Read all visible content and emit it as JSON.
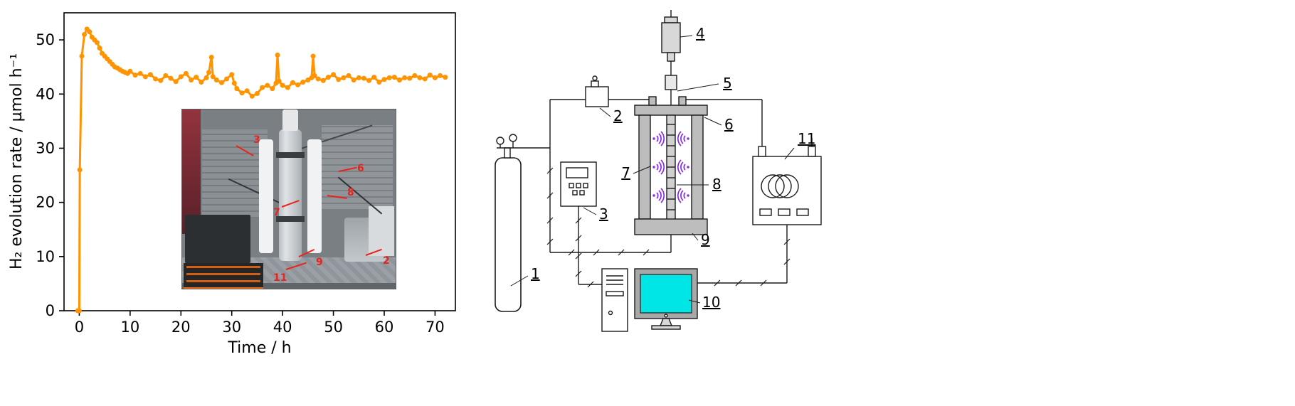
{
  "figure": {
    "background": "#ffffff"
  },
  "chart_data": {
    "type": "line",
    "title": "",
    "xlabel": "Time / h",
    "ylabel": "H₂ evolution rate / µmol h⁻¹",
    "xlim": [
      -3,
      74
    ],
    "ylim": [
      0,
      55
    ],
    "xticks": [
      0,
      10,
      20,
      30,
      40,
      50,
      60,
      70
    ],
    "yticks": [
      0,
      10,
      20,
      30,
      40,
      50
    ],
    "grid": false,
    "legend": "none",
    "line_color": "#FF9300",
    "marker": "point",
    "series": [
      {
        "name": "H2 evolution rate",
        "x": [
          -0.3,
          0,
          0.1,
          0.5,
          1,
          1.5,
          2,
          2.5,
          3,
          3.5,
          4,
          4.5,
          5,
          5.5,
          6,
          6.5,
          7,
          7.5,
          8,
          8.5,
          9,
          9.5,
          10,
          11,
          12,
          13,
          14,
          15,
          16,
          17,
          18,
          19,
          20,
          21,
          22,
          23,
          24,
          25,
          25.5,
          26,
          26.3,
          27,
          28,
          29,
          30,
          30.5,
          31,
          32,
          33,
          34,
          35,
          36,
          37,
          38,
          38.7,
          39,
          39.3,
          40,
          41,
          42,
          43,
          44,
          45,
          45.7,
          46,
          46.3,
          47,
          48,
          49,
          50,
          51,
          52,
          53,
          54,
          55,
          56,
          57,
          58,
          59,
          60,
          61,
          62,
          63,
          64,
          65,
          66,
          67,
          68,
          69,
          70,
          71,
          72
        ],
        "y": [
          0,
          0,
          26,
          47,
          51,
          52,
          51.5,
          50.5,
          50,
          49.5,
          48.5,
          47.5,
          47,
          46.5,
          46,
          45.5,
          45,
          44.8,
          44.5,
          44.2,
          44,
          43.8,
          44.2,
          43.5,
          43.8,
          43.2,
          43.6,
          42.8,
          42.5,
          43.4,
          42.9,
          42.3,
          43.2,
          43.8,
          42.6,
          43.1,
          42.2,
          43,
          44,
          46.8,
          43.2,
          42.6,
          42.1,
          42.8,
          43.6,
          42,
          41,
          40.2,
          40.6,
          39.6,
          40.1,
          41.2,
          41.6,
          41,
          42,
          47.2,
          42.4,
          41.6,
          41.2,
          42.1,
          41.7,
          42.2,
          42.6,
          43,
          47,
          43.4,
          42.8,
          42.5,
          43.1,
          43.6,
          42.7,
          43,
          43.4,
          42.6,
          43,
          42.9,
          42.5,
          43.1,
          42.2,
          42.7,
          43,
          43.1,
          42.6,
          43,
          42.9,
          43.4,
          43,
          42.8,
          43.5,
          43,
          43.4,
          43.1
        ]
      }
    ]
  },
  "inset_photo": {
    "description": "Photograph of the laboratory photoreactor setup",
    "annotation_color": "#e8251d",
    "annotations": [
      {
        "text": "3"
      },
      {
        "text": "6"
      },
      {
        "text": "8"
      },
      {
        "text": "7"
      },
      {
        "text": "9"
      },
      {
        "text": "2"
      },
      {
        "text": "11"
      }
    ]
  },
  "diagram": {
    "labels": {
      "l1": "1",
      "l2": "2",
      "l3": "3",
      "l4": "4",
      "l5": "5",
      "l6": "6",
      "l7": "7",
      "l8": "8",
      "l9": "9",
      "l10": "10",
      "l11": "11"
    },
    "lamp_color": "#8A2BE2",
    "screen_color": "#00E5E5"
  }
}
